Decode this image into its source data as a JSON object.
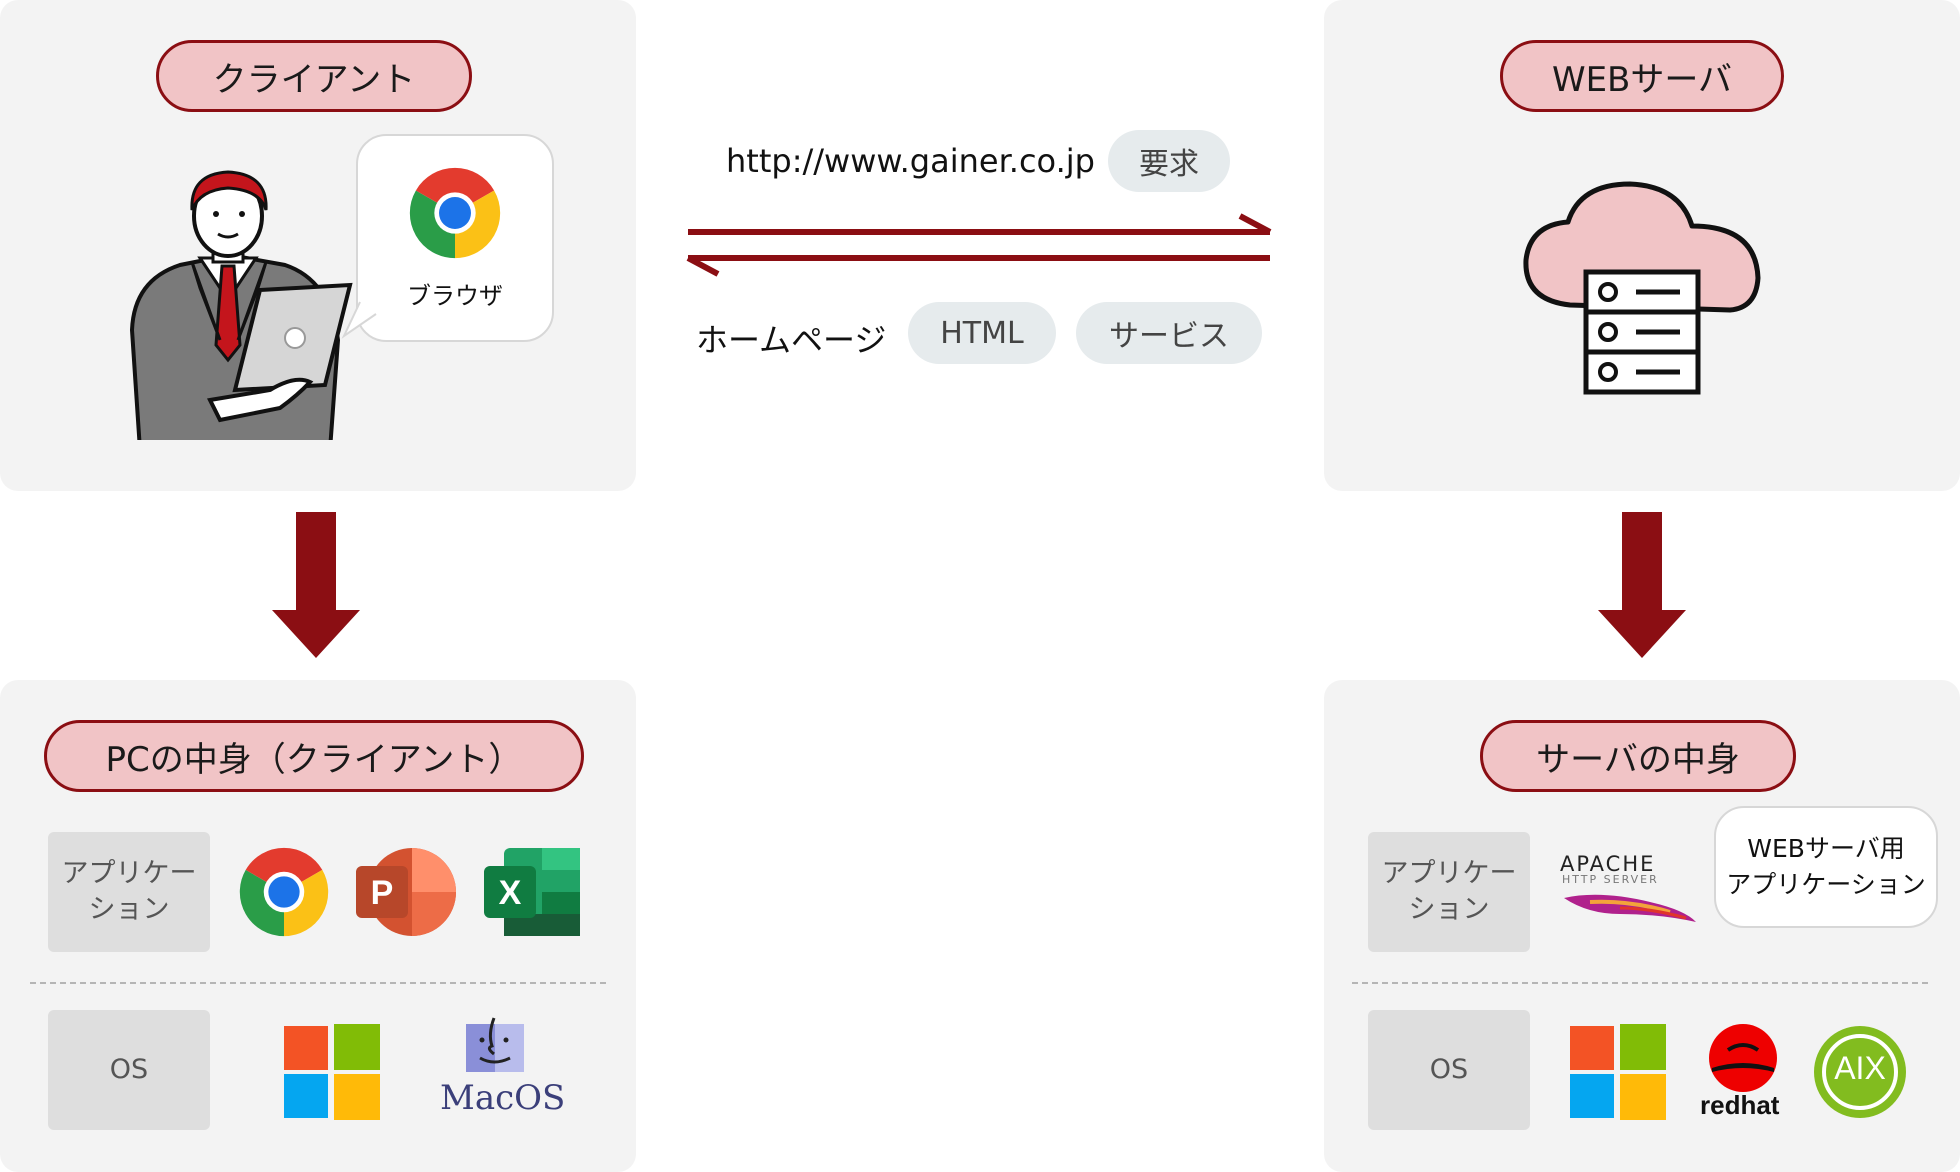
{
  "client": {
    "title": "クライアント",
    "browser_label": "ブラウザ"
  },
  "server": {
    "title": "WEBサーバ"
  },
  "request": {
    "url": "http://www.gainer.co.jp",
    "tag": "要求"
  },
  "response": {
    "label": "ホームページ",
    "tags": [
      "HTML",
      "サービス"
    ]
  },
  "pc_contents": {
    "title": "PCの中身（クライアント）",
    "app_label": "アプリケー\nション",
    "os_label": "OS",
    "macos_label": "MacOS"
  },
  "server_contents": {
    "title": "サーバの中身",
    "app_label": "アプリケー\nション",
    "os_label": "OS",
    "apache_label": "APACHE",
    "apache_sub": "HTTP SERVER",
    "bubble_line1": "WEBサーバ用",
    "bubble_line2": "アプリケーション",
    "redhat_label": "redhat",
    "aix_label": "AIX"
  },
  "colors": {
    "accent": "#8b0e13",
    "pill_fill": "#f1c4c6",
    "panel": "#f3f3f3",
    "tag": "#e6ebed"
  }
}
